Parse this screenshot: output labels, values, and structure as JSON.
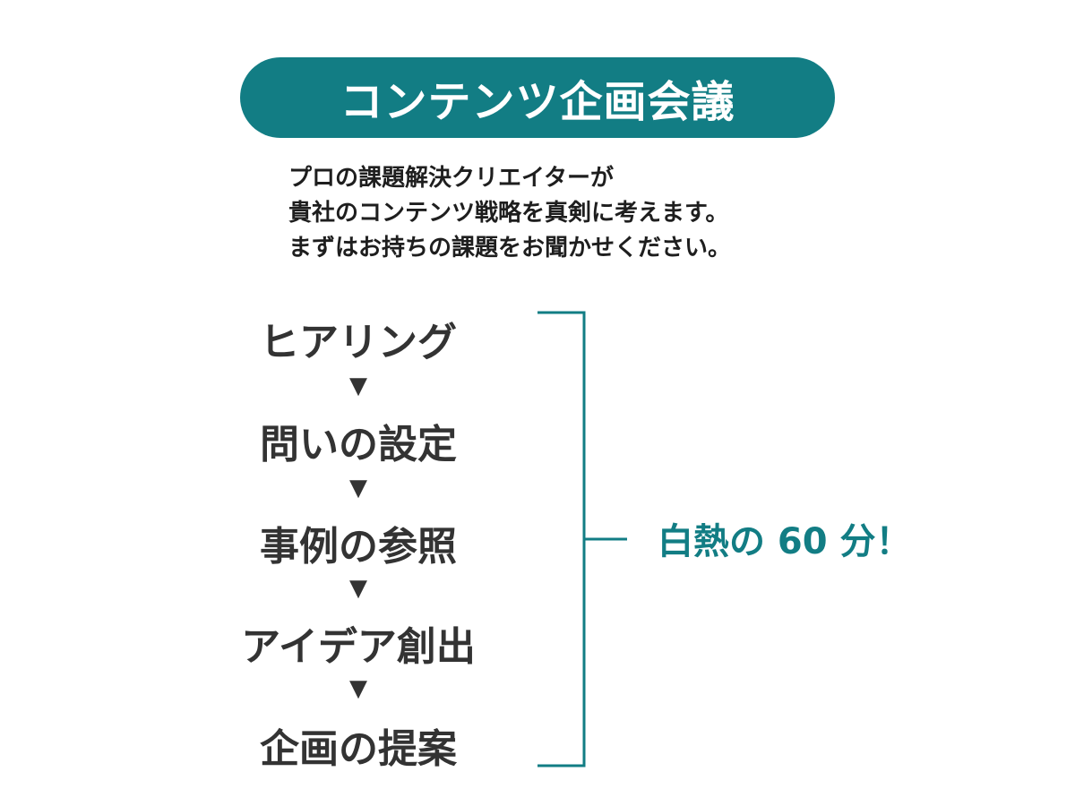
{
  "colors": {
    "accent": "#127d84",
    "text": "#333333",
    "title_text": "#ffffff"
  },
  "title": "コンテンツ企画会議",
  "intro": {
    "lines": [
      "プロの課題解決クリエイターが",
      "貴社のコンテンツ戦略を真剣に考えます。",
      "まずはお持ちの課題をお聞かせください。"
    ]
  },
  "flow": {
    "steps": [
      "ヒアリング",
      "問いの設定",
      "事例の参照",
      "アイデア創出",
      "企画の提案"
    ],
    "arrow_glyph": "▼"
  },
  "result": {
    "label": "白熱の 60 分！"
  }
}
